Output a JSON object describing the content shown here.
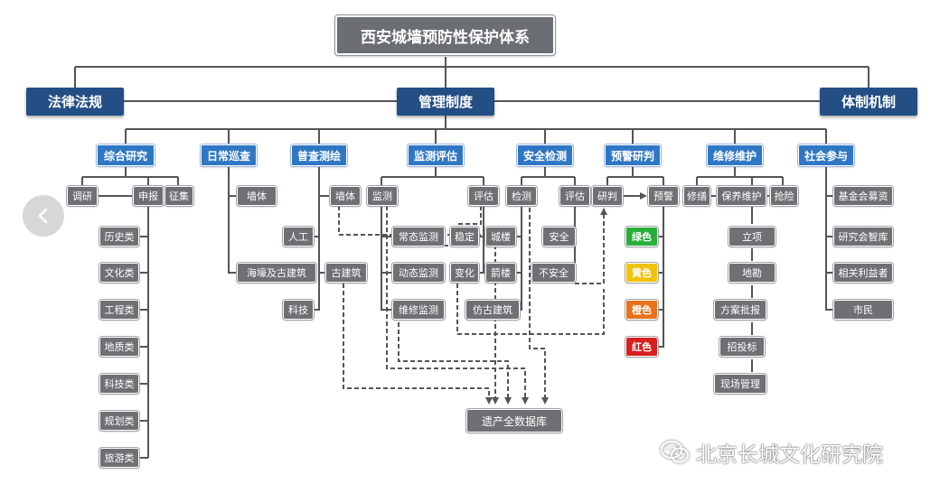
{
  "root": "西安城墙预防性保护体系",
  "level1": {
    "laws": "法律法规",
    "management": "管理制度",
    "mechanism": "体制机制"
  },
  "categories": {
    "research": "综合研究",
    "patrol": "日常巡查",
    "survey": "普查测绘",
    "monitor": "监测评估",
    "safety": "安全检测",
    "warning": "预警研判",
    "repair": "维修维护",
    "social": "社会参与"
  },
  "leaves": {
    "diaoyan": "调研",
    "shenbao": "申报",
    "zhengji": "征集",
    "lishi": "历史类",
    "wenhua": "文化类",
    "gongcheng": "工程类",
    "dizhi": "地质类",
    "keji_lei": "科技类",
    "guihua": "规划类",
    "lvyou": "旅游类",
    "patrol_wall": "墙体",
    "patrol_moat": "海壕及古建筑",
    "rengong": "人工",
    "keji": "科技",
    "survey_wall": "墙体",
    "gujianzhu": "古建筑",
    "jiance": "监测",
    "pinggu_a": "评估",
    "changtai": "常态监测",
    "dongtai": "动态监测",
    "weixiu_jc": "维修监测",
    "wending": "稳定",
    "bianhua": "变化",
    "jiance_b": "检测",
    "pinggu_b": "评估",
    "chenglou": "城楼",
    "jianlou": "箭楼",
    "fanggu": "仿古建筑",
    "anquan": "安全",
    "buanquan": "不安全",
    "yanpan": "研判",
    "yujing": "预警",
    "lvse": "绿色",
    "huangse": "黄色",
    "chengse": "橙色",
    "hongse": "红色",
    "xiushan": "修缮",
    "baoyang": "保养维护",
    "qiangxian": "抢险",
    "lixiang": "立项",
    "dikan": "地勘",
    "fangan": "方案批报",
    "zhaotoubiao": "招投标",
    "xianchang": "现场管理",
    "jijinhui": "基金会募资",
    "zhiku": "研究会智库",
    "liyi": "相关利益者",
    "shimin": "市民",
    "database": "遗产全数据库"
  },
  "colors": {
    "root": "#6b6e72",
    "level1": "#234f85",
    "category": "#2f77c4",
    "leaf": "#6e7073",
    "green": "#27ae3a",
    "yellow": "#f0c20c",
    "orange": "#e8711a",
    "red": "#d81f1f",
    "connector": "#555555"
  },
  "icons": {
    "nav_back": "chevron-left-icon",
    "watermark_logo": "wechat-icon"
  },
  "watermark": "北京长城文化研究院"
}
